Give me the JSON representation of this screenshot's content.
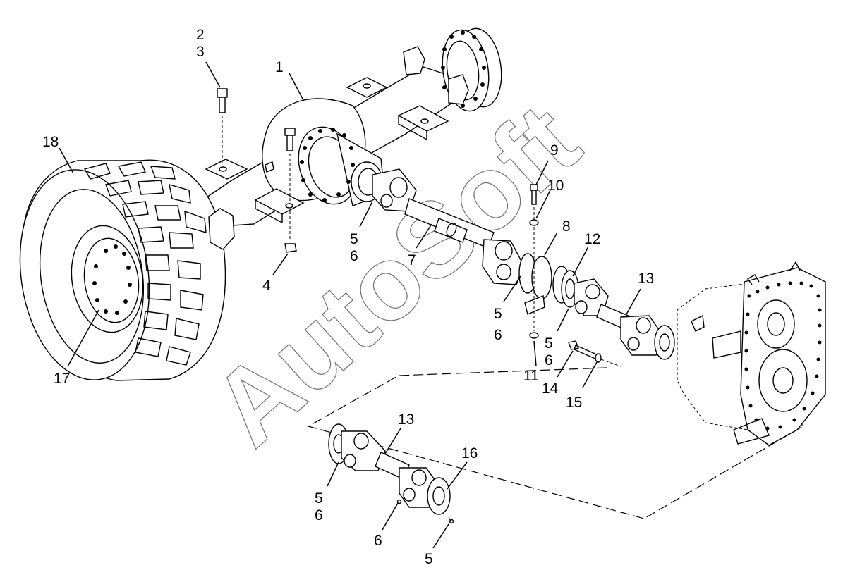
{
  "watermark": "AutoSoft",
  "callouts": [
    {
      "id": "c1",
      "text": "1"
    },
    {
      "id": "c2",
      "text": "2"
    },
    {
      "id": "c3",
      "text": "3"
    },
    {
      "id": "c4",
      "text": "4"
    },
    {
      "id": "c5a",
      "text": "5"
    },
    {
      "id": "c6a",
      "text": "6"
    },
    {
      "id": "c7",
      "text": "7"
    },
    {
      "id": "c8",
      "text": "8"
    },
    {
      "id": "c9",
      "text": "9"
    },
    {
      "id": "c10",
      "text": "10"
    },
    {
      "id": "c5b",
      "text": "5"
    },
    {
      "id": "c6b",
      "text": "6"
    },
    {
      "id": "c11",
      "text": "11"
    },
    {
      "id": "c12",
      "text": "12"
    },
    {
      "id": "c5c",
      "text": "5"
    },
    {
      "id": "c6c",
      "text": "6"
    },
    {
      "id": "c13a",
      "text": "13"
    },
    {
      "id": "c14",
      "text": "14"
    },
    {
      "id": "c15",
      "text": "15"
    },
    {
      "id": "c17",
      "text": "17"
    },
    {
      "id": "c18",
      "text": "18"
    },
    {
      "id": "c13b",
      "text": "13"
    },
    {
      "id": "c16",
      "text": "16"
    },
    {
      "id": "c5d",
      "text": "5"
    },
    {
      "id": "c6d",
      "text": "6"
    },
    {
      "id": "c6e",
      "text": "6"
    },
    {
      "id": "c5e",
      "text": "5"
    }
  ]
}
